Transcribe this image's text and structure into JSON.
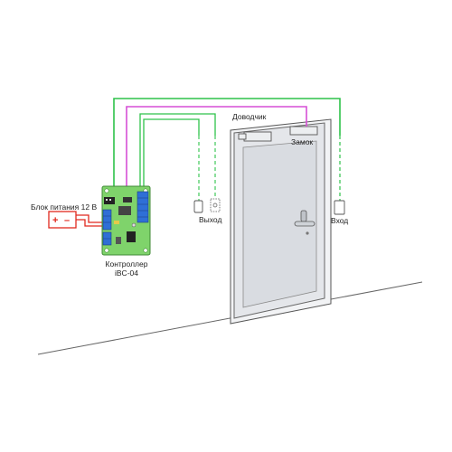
{
  "labels": {
    "closer": "Доводчик",
    "lock": "Замок",
    "exit": "Выход",
    "entry": "Вход",
    "power_supply": "Блок питания 12 В",
    "plus": "+",
    "minus": "–",
    "controller_line1": "Контроллер",
    "controller_line2": "iBC-04"
  },
  "colors": {
    "wire_green": "#2ec24a",
    "wire_magenta": "#d64fd6",
    "wire_red": "#e0281e",
    "board_green": "#7fd36b",
    "terminal_blue": "#2f6fd6",
    "door_fill": "#e4e6ea",
    "door_outline": "#555555"
  }
}
